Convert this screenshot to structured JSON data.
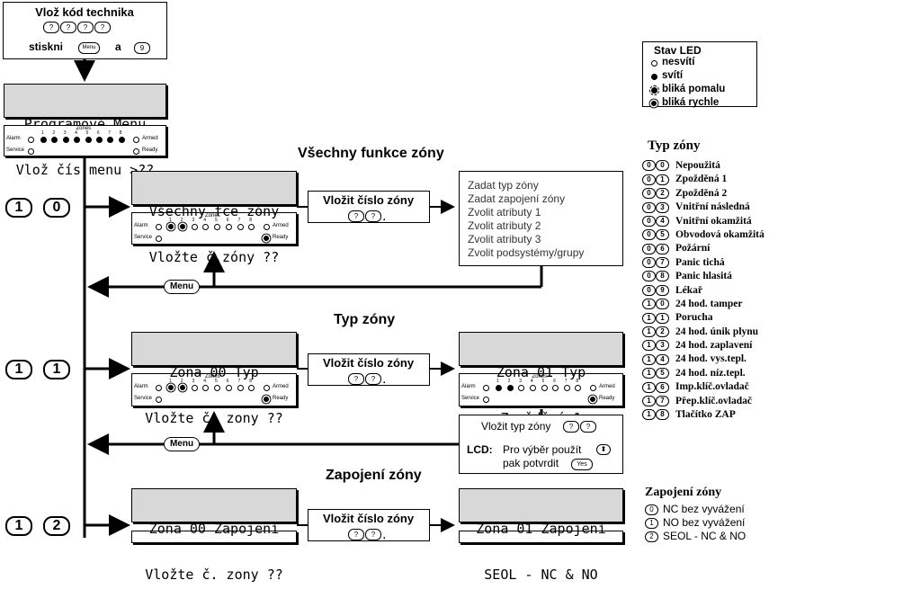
{
  "start": {
    "title": "Vlož kód technika",
    "keys": [
      "?",
      "?",
      "?",
      "?"
    ],
    "press": "stiskni",
    "menu_key": "Menu",
    "and": "a",
    "key9": "9"
  },
  "lcd_main": {
    "line1": "Programové Menu",
    "line2": "Vlož čís.menu >??"
  },
  "panel": {
    "alarm": "Alarm",
    "service": "Service",
    "armed": "Armed",
    "ready": "Ready",
    "zones": "Zones",
    "nums": [
      "1",
      "2",
      "3",
      "4",
      "5",
      "6",
      "7",
      "8"
    ]
  },
  "led_legend": {
    "title": "Stav LED",
    "items": [
      "nesvítí",
      "svítí",
      "bliká pomalu",
      "bliká rychle"
    ]
  },
  "sec10": {
    "title": "Všechny funkce zóny",
    "keys": [
      "1",
      "0"
    ],
    "lcd": {
      "line1": "Všechny fce zóny",
      "line2": "Vložte č.zóny ??"
    },
    "enter": {
      "title": "Vložit číslo zóny",
      "keys": [
        "?",
        "?"
      ]
    },
    "menu": [
      "Zadat typ zóny",
      "Zadat zapojení zóny",
      "Zvolit atributy 1",
      "Zvolit atributy 2",
      "Zvolit atributy 3",
      "Zvolit podsystémy/grupy"
    ]
  },
  "sec11": {
    "title": "Typ zóny",
    "keys": [
      "1",
      "1"
    ],
    "lcd": {
      "line1": "Zona 00 Typ",
      "line2": "Vložte č. zony ??"
    },
    "enter": {
      "title": "Vložit číslo zóny",
      "keys": [
        "?",
        "?"
      ]
    },
    "lcd2": {
      "line1": "Zona 01 Typ",
      "line2": "Zpožděná 1"
    },
    "hint": {
      "line1": "Vložit typ zóny",
      "keys": [
        "?",
        "?"
      ],
      "lcd_label": "LCD:",
      "line2": "Pro výběr použít",
      "line3": "pak potvrdit",
      "yes": "Yes"
    }
  },
  "sec12": {
    "title": "Zapojení zóny",
    "keys": [
      "1",
      "2"
    ],
    "lcd": {
      "line1": "Zona 00 Zapojení",
      "line2": "Vložte č. zony ??"
    },
    "enter": {
      "title": "Vložit číslo zóny",
      "keys": [
        "?",
        "?"
      ]
    },
    "lcd2": {
      "line1": "Zona 01 Zapojení",
      "line2": "SEOL - NC & NO"
    }
  },
  "menu_label": "Menu",
  "zone_types": {
    "title": "Typ zóny",
    "items": [
      {
        "code": [
          "0",
          "0"
        ],
        "label": "Nepoužitá"
      },
      {
        "code": [
          "0",
          "1"
        ],
        "label": "Zpožděná 1"
      },
      {
        "code": [
          "0",
          "2"
        ],
        "label": "Zpožděná 2"
      },
      {
        "code": [
          "0",
          "3"
        ],
        "label": "Vnitřní následná"
      },
      {
        "code": [
          "0",
          "4"
        ],
        "label": "Vnitřní okamžitá"
      },
      {
        "code": [
          "0",
          "5"
        ],
        "label": "Obvodová okamžitá"
      },
      {
        "code": [
          "0",
          "6"
        ],
        "label": "Požární"
      },
      {
        "code": [
          "0",
          "7"
        ],
        "label": "Panic tichá"
      },
      {
        "code": [
          "0",
          "8"
        ],
        "label": "Panic hlasitá"
      },
      {
        "code": [
          "0",
          "9"
        ],
        "label": "Lékař"
      },
      {
        "code": [
          "1",
          "0"
        ],
        "label": "24 hod. tamper"
      },
      {
        "code": [
          "1",
          "1"
        ],
        "label": "Porucha"
      },
      {
        "code": [
          "1",
          "2"
        ],
        "label": "24 hod. únik plynu"
      },
      {
        "code": [
          "1",
          "3"
        ],
        "label": "24 hod. zaplavení"
      },
      {
        "code": [
          "1",
          "4"
        ],
        "label": "24 hod. vys.tepl."
      },
      {
        "code": [
          "1",
          "5"
        ],
        "label": "24 hod. níz.tepl."
      },
      {
        "code": [
          "1",
          "6"
        ],
        "label": "Imp.klíč.ovladač"
      },
      {
        "code": [
          "1",
          "7"
        ],
        "label": "Přep.klíč.ovladač"
      },
      {
        "code": [
          "1",
          "8"
        ],
        "label": "Tlačítko ZAP"
      }
    ]
  },
  "wiring": {
    "title": "Zapojení zóny",
    "items": [
      {
        "code": "0",
        "label": "NC bez vyvážení"
      },
      {
        "code": "1",
        "label": "NO bez vyvážení"
      },
      {
        "code": "2",
        "label": "SEOL - NC & NO"
      }
    ]
  }
}
